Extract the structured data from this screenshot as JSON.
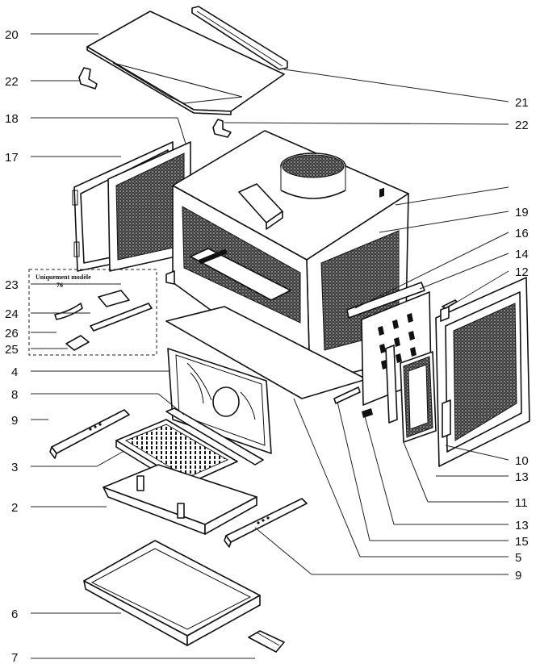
{
  "labels_left": [
    {
      "id": "20",
      "text": "20"
    },
    {
      "id": "22a",
      "text": "22"
    },
    {
      "id": "18",
      "text": "18"
    },
    {
      "id": "17",
      "text": "17"
    },
    {
      "id": "23",
      "text": "23"
    },
    {
      "id": "24",
      "text": "24"
    },
    {
      "id": "26",
      "text": "26"
    },
    {
      "id": "25",
      "text": "25"
    },
    {
      "id": "4",
      "text": "4"
    },
    {
      "id": "8",
      "text": "8"
    },
    {
      "id": "9a",
      "text": "9"
    },
    {
      "id": "3",
      "text": "3"
    },
    {
      "id": "2",
      "text": "2"
    },
    {
      "id": "6",
      "text": "6"
    },
    {
      "id": "7",
      "text": "7"
    }
  ],
  "labels_right": [
    {
      "id": "21",
      "text": "21"
    },
    {
      "id": "22b",
      "text": "22"
    },
    {
      "id": "19",
      "text": "19"
    },
    {
      "id": "16",
      "text": "16"
    },
    {
      "id": "14",
      "text": "14"
    },
    {
      "id": "12",
      "text": "12"
    },
    {
      "id": "10",
      "text": "10"
    },
    {
      "id": "13a",
      "text": "13"
    },
    {
      "id": "11",
      "text": "11"
    },
    {
      "id": "13b",
      "text": "13"
    },
    {
      "id": "15",
      "text": "15"
    },
    {
      "id": "5",
      "text": "5"
    },
    {
      "id": "9b",
      "text": "9"
    }
  ],
  "note": {
    "line1": "Uniquement modèle",
    "line2": "76"
  }
}
